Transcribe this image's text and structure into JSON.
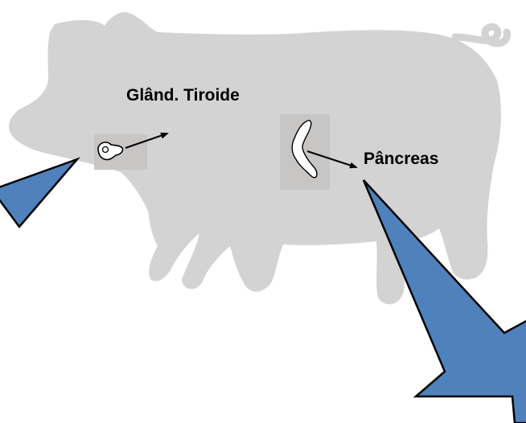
{
  "labels": {
    "thyroid": "Glând. Tiroide",
    "pancreas": "Pâncreas"
  },
  "colors": {
    "silhouette": "#d3d3d3",
    "organ_box": "#c8c5c5",
    "callout": "#4f81bd",
    "arrow": "#000000",
    "organ_fill": "#ffffff"
  },
  "icons": {
    "animal": "pig-silhouette",
    "thyroid": "thyroid-gland-icon",
    "pancreas": "pancreas-icon"
  }
}
